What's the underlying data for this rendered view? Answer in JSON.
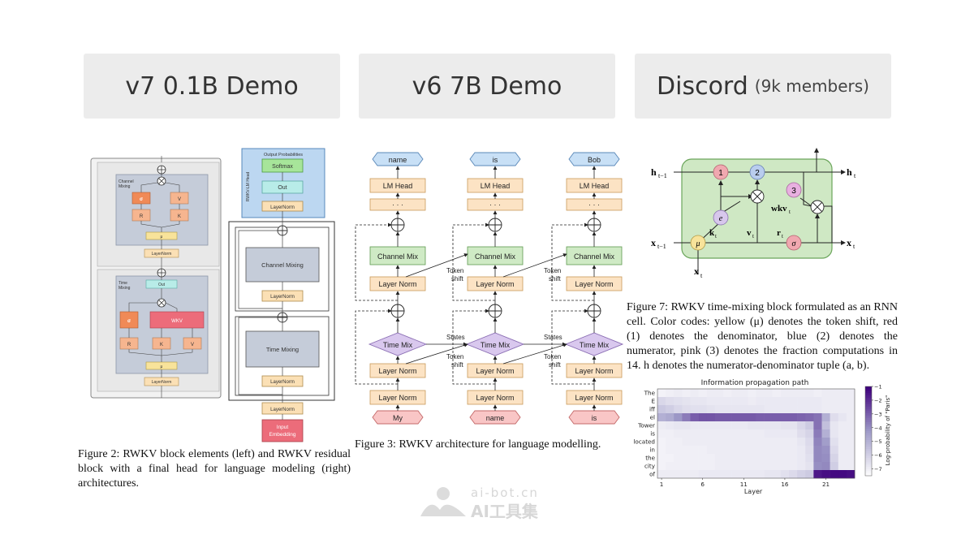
{
  "buttons": {
    "v7": "v7 0.1B Demo",
    "v6": "v6 7B Demo",
    "discord": "Discord",
    "discord_sub": "(9k members)"
  },
  "fig2": {
    "caption": "Figure 2: RWKV block elements (left) and RWKV residual block with a final head for language modeling (right) architectures.",
    "left": {
      "channel_mixing": "Channel\nMixing",
      "time_mixing": "Time\nMixing",
      "sigma": "σ",
      "v": "V",
      "r": "R",
      "k": "K",
      "mu": "μ",
      "layernorm": "LayerNorm",
      "out": "Out",
      "wkv": "WKV"
    },
    "right": {
      "output_probabilities": "Output Probabilities",
      "head": "RWKV-LM Head",
      "softmax": "Softmax",
      "out": "Out",
      "layernorm": "LayerNorm",
      "channel_mixing": "Channel Mixing",
      "time_mixing": "Time Mixing",
      "input_embedding": "Input\nEmbedding"
    }
  },
  "fig3": {
    "caption": "Figure 3: RWKV architecture for language modelling.",
    "outputs": [
      "name",
      "is",
      "Bob"
    ],
    "inputs": [
      "My",
      "name",
      "is"
    ],
    "lm_head": "LM Head",
    "dots": "· · ·",
    "channel_mix": "Channel Mix",
    "layer_norm": "Layer Norm",
    "time_mix": "Time Mix",
    "token_shift": "Token\nshift",
    "states": "States"
  },
  "fig7": {
    "caption": "Figure 7: RWKV time-mixing block formulated as an RNN cell. Color codes: yellow (μ) denotes the token shift, red (1) denotes the denominator, blue (2) denotes the numerator, pink (3) denotes the fraction computations in 14. h denotes the numerator-denominator tuple (a, b).",
    "labels": {
      "h_prev": "h",
      "h_prev_sub": "t−1",
      "h_next": "h",
      "h_next_sub": "t",
      "x_prev": "x",
      "x_prev_sub": "t−1",
      "x_next": "x",
      "x_next_sub": "t",
      "x_in": "x",
      "x_in_sub": "t",
      "one": "1",
      "two": "2",
      "three": "3",
      "e": "e",
      "mu": "μ",
      "sigma": "σ",
      "k": "k",
      "k_sub": "t",
      "v": "v",
      "v_sub": "t",
      "r": "r",
      "r_sub": "t",
      "wkv": "wkv",
      "wkv_sub": "t"
    }
  },
  "heatmap": {
    "title": "Information propagation path",
    "xlabel": "Layer",
    "colorbar_label": "Log-probability of \"Paris\"",
    "colorbar_ticks": [
      "−1",
      "−2",
      "−3",
      "−4",
      "−5",
      "−6",
      "−7"
    ],
    "x_ticks": [
      "1",
      "6",
      "11",
      "16",
      "21"
    ],
    "y_labels": [
      "The",
      "E",
      "iff",
      "el",
      "Tower",
      "is",
      "located",
      "in",
      "the",
      "city",
      "of"
    ]
  },
  "chart_data": {
    "type": "heatmap",
    "title": "Information propagation path",
    "xlabel": "Layer",
    "ylabel": "",
    "x": [
      1,
      2,
      3,
      4,
      5,
      6,
      7,
      8,
      9,
      10,
      11,
      12,
      13,
      14,
      15,
      16,
      17,
      18,
      19,
      20,
      21,
      22,
      23,
      24
    ],
    "y": [
      "The",
      "E",
      "iff",
      "el",
      "Tower",
      "is",
      "located",
      "in",
      "the",
      "city",
      "of"
    ],
    "zlabel": "Log-probability of \"Paris\"",
    "zlim": [
      -7.5,
      -1
    ],
    "values": [
      [
        -7.2,
        -7.1,
        -7.0,
        -7.1,
        -7.0,
        -7.1,
        -7.0,
        -7.0,
        -7.1,
        -7.0,
        -7.0,
        -7.1,
        -7.0,
        -7.0,
        -7.1,
        -7.0,
        -7.0,
        -7.0,
        -7.0,
        -7.1,
        -7.0,
        -7.0,
        -7.0,
        -7.0
      ],
      [
        -6.3,
        -6.5,
        -6.6,
        -6.7,
        -6.8,
        -6.8,
        -6.9,
        -6.9,
        -6.9,
        -6.9,
        -6.9,
        -7.0,
        -6.9,
        -6.9,
        -6.9,
        -6.9,
        -6.9,
        -6.9,
        -6.9,
        -6.9,
        -7.0,
        -7.0,
        -7.0,
        -7.0
      ],
      [
        -5.8,
        -6.0,
        -6.3,
        -6.5,
        -6.6,
        -6.6,
        -6.7,
        -6.8,
        -6.8,
        -6.8,
        -6.8,
        -6.8,
        -6.8,
        -6.9,
        -6.9,
        -6.9,
        -6.9,
        -6.9,
        -6.9,
        -6.9,
        -7.0,
        -7.0,
        -7.0,
        -7.0
      ],
      [
        -5.0,
        -4.8,
        -4.2,
        -3.6,
        -3.0,
        -2.8,
        -2.8,
        -2.9,
        -2.9,
        -2.9,
        -2.9,
        -2.9,
        -3.0,
        -3.0,
        -3.0,
        -3.0,
        -3.0,
        -3.1,
        -3.2,
        -3.4,
        -5.0,
        -6.5,
        -6.8,
        -7.0
      ],
      [
        -7.0,
        -6.9,
        -6.8,
        -6.8,
        -6.9,
        -6.9,
        -6.9,
        -6.9,
        -6.9,
        -6.9,
        -6.9,
        -6.8,
        -6.8,
        -6.8,
        -6.8,
        -6.7,
        -6.7,
        -6.3,
        -5.9,
        -3.4,
        -5.5,
        -6.8,
        -7.0,
        -7.0
      ],
      [
        -7.1,
        -7.1,
        -7.0,
        -7.0,
        -7.0,
        -7.0,
        -7.0,
        -7.0,
        -7.0,
        -7.0,
        -7.0,
        -7.0,
        -7.0,
        -6.9,
        -6.9,
        -6.9,
        -6.9,
        -6.5,
        -6.2,
        -3.6,
        -5.0,
        -6.8,
        -7.0,
        -7.0
      ],
      [
        -7.2,
        -7.1,
        -7.1,
        -7.0,
        -7.0,
        -7.0,
        -7.0,
        -7.0,
        -7.0,
        -7.0,
        -7.0,
        -7.0,
        -7.0,
        -7.0,
        -7.0,
        -7.0,
        -7.0,
        -6.8,
        -6.4,
        -3.8,
        -4.4,
        -6.6,
        -7.0,
        -7.0
      ],
      [
        -7.2,
        -7.1,
        -7.1,
        -7.1,
        -7.1,
        -7.1,
        -7.0,
        -7.0,
        -7.0,
        -7.0,
        -7.0,
        -7.0,
        -7.0,
        -7.0,
        -7.0,
        -7.0,
        -7.0,
        -6.9,
        -6.5,
        -3.9,
        -4.1,
        -6.4,
        -7.0,
        -7.0
      ],
      [
        -7.2,
        -7.2,
        -7.1,
        -7.1,
        -7.1,
        -7.1,
        -7.1,
        -7.0,
        -7.0,
        -7.0,
        -7.0,
        -7.0,
        -7.0,
        -7.0,
        -7.0,
        -7.0,
        -7.0,
        -6.9,
        -6.6,
        -3.9,
        -4.0,
        -6.2,
        -7.0,
        -7.0
      ],
      [
        -7.2,
        -7.1,
        -7.1,
        -7.1,
        -7.1,
        -7.1,
        -7.1,
        -7.0,
        -7.0,
        -7.0,
        -7.0,
        -7.0,
        -7.0,
        -7.0,
        -7.0,
        -7.0,
        -7.0,
        -6.9,
        -6.7,
        -4.0,
        -3.9,
        -6.0,
        -7.0,
        -7.0
      ],
      [
        -7.0,
        -7.0,
        -7.0,
        -7.0,
        -7.0,
        -6.9,
        -6.9,
        -6.9,
        -6.9,
        -6.9,
        -6.9,
        -6.9,
        -6.9,
        -6.8,
        -6.8,
        -6.6,
        -6.4,
        -6.1,
        -5.9,
        -1.5,
        -1.3,
        -1.2,
        -1.2,
        -1.3
      ]
    ]
  }
}
